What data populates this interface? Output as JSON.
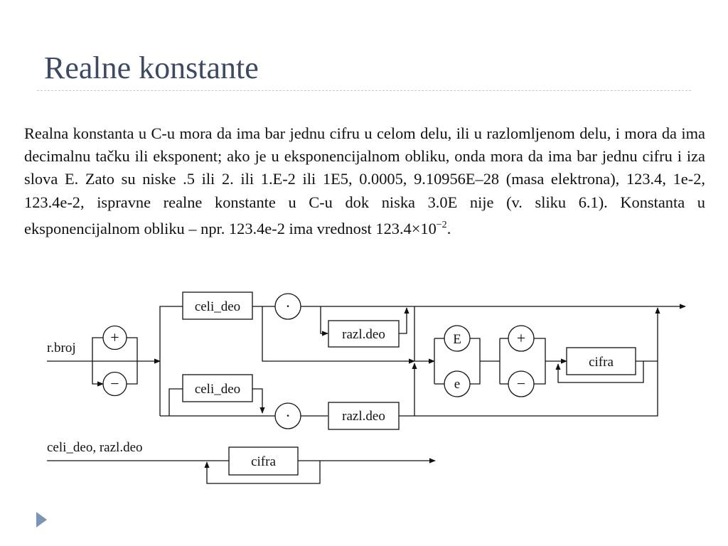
{
  "slide": {
    "title": "Realne konstante",
    "paragraph": "Realna konstanta u C-u mora da ima bar jednu cifru u celom delu, ili u razlomljenom delu, i mora da ima decimalnu tačku ili eksponent; ako je u eksponencijalnom obliku, onda mora da ima bar jednu cifru i iza slova E. Zato su niske .5 ili 2. ili 1.E-2 ili 1E5, 0.0005, 9.10956E–28 (masa elektrona), 123.4, 1e-2, 123.4e-2, ispravne realne konstante u C-u dok niska 3.0E nije (v. sliku 6.1). Konstanta u eksponencijalnom obliku – npr. 123.4e-2 ima vrednost 123.4×10",
    "paragraph_exponent": "−2",
    "paragraph_end": "."
  },
  "diagram": {
    "entry_label": "r.broj",
    "plus_sign": "+",
    "minus_sign": "−",
    "box_celi_deo": "celi_deo",
    "box_razl_deo": "razl.deo",
    "dot": "·",
    "letter_E": "E",
    "letter_e": "e",
    "box_cifra": "cifra",
    "rule2_label": "celi_deo, razl.deo"
  },
  "colors": {
    "title": "#3d4a64",
    "bullet": "#7d94b5"
  }
}
